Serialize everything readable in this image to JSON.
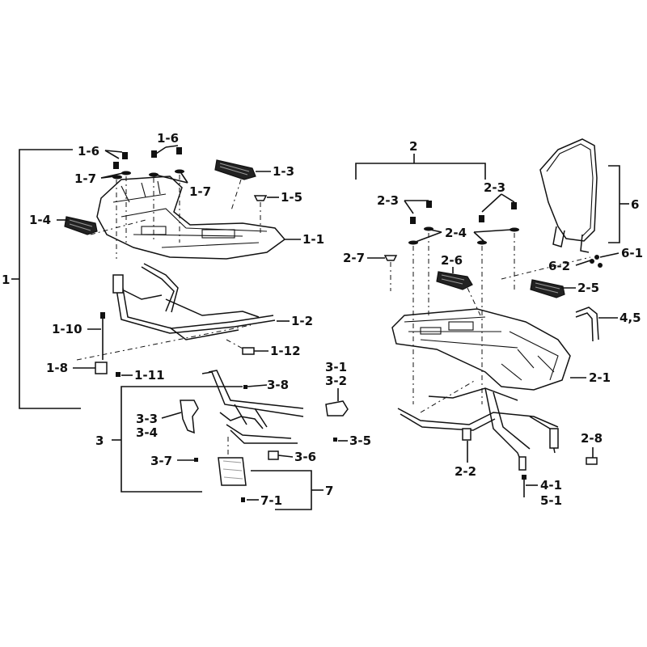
{
  "labels": {
    "l1": "1",
    "l1_1": "1-1",
    "l1_2": "1-2",
    "l1_3": "1-3",
    "l1_4": "1-4",
    "l1_5": "1-5",
    "l1_6a": "1-6",
    "l1_6b": "1-6",
    "l1_7a": "1-7",
    "l1_7b": "1-7",
    "l1_8": "1-8",
    "l1_10": "1-10",
    "l1_11": "1-11",
    "l1_12": "1-12",
    "l2": "2",
    "l2_1": "2-1",
    "l2_2": "2-2",
    "l2_3a": "2-3",
    "l2_3b": "2-3",
    "l2_4": "2-4",
    "l2_5": "2-5",
    "l2_6": "2-6",
    "l2_7": "2-7",
    "l2_8": "2-8",
    "l3": "3",
    "l3_1": "3-1",
    "l3_2": "3-2",
    "l3_3": "3-3",
    "l3_4": "3-4",
    "l3_5": "3-5",
    "l3_6": "3-6",
    "l3_7": "3-7",
    "l3_8": "3-8",
    "l4_5": "4,5",
    "l4_1": "4-1",
    "l5_1": "5-1",
    "l6": "6",
    "l6_1": "6-1",
    "l6_2": "6-2",
    "l7": "7",
    "l7_1": "7-1"
  }
}
